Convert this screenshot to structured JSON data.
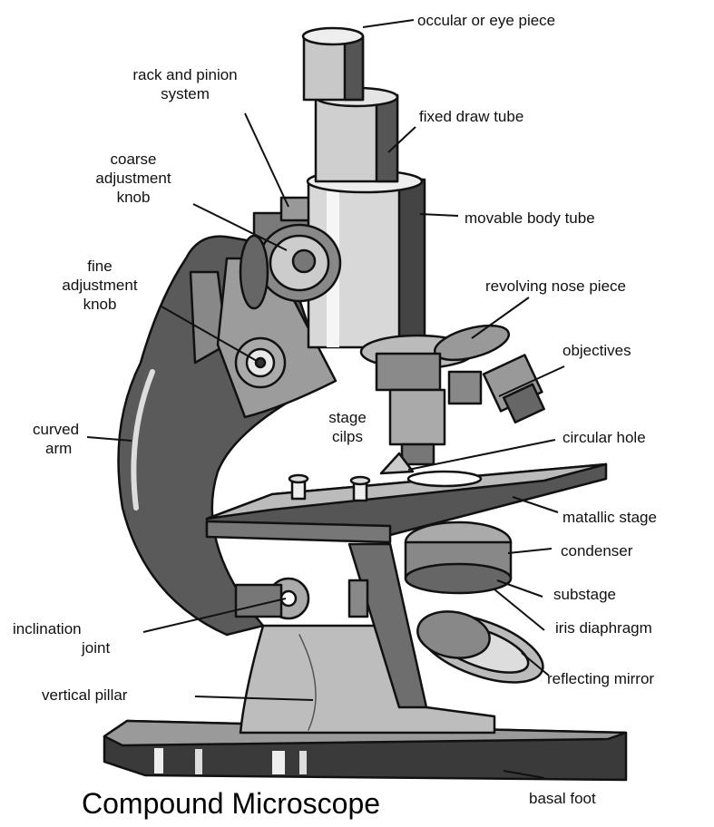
{
  "title": "Compound Microscope",
  "labels": {
    "ocular": "occular or eye piece",
    "rack_1": "rack and pinion",
    "rack_2": "system",
    "draw_tube": "fixed draw tube",
    "coarse_1": "coarse",
    "coarse_2": "adjustment",
    "coarse_3": "knob",
    "body_tube": "movable body tube",
    "fine_1": "fine",
    "fine_2": "adjustment",
    "fine_3": "knob",
    "nose_piece": "revolving nose piece",
    "objectives": "objectives",
    "clips_1": "stage",
    "clips_2": "cilps",
    "arm_1": "curved",
    "arm_2": "arm",
    "hole": "circular hole",
    "stage": "matallic stage",
    "condenser": "condenser",
    "substage": "substage",
    "iris": "iris diaphragm",
    "joint_1": "inclination",
    "joint_2": "joint",
    "mirror": "reflecting mirror",
    "pillar": "vertical pillar",
    "foot": "basal foot"
  }
}
